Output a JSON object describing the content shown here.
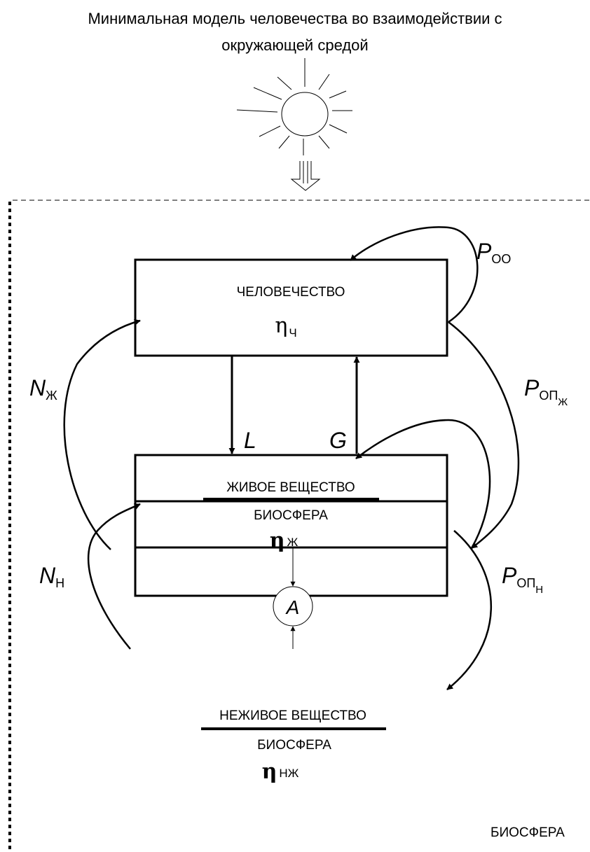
{
  "title": {
    "line1": "Минимальная модель человечества во взаимодействии с",
    "line2": "окружающей средой"
  },
  "region_label": "БИОСФЕРА",
  "nodes": {
    "humanity": {
      "label": "ЧЕЛОВЕЧЕСТВО",
      "symbol": "η",
      "subscript": "Ч"
    },
    "living": {
      "label": "ЖИВОЕ ВЕЩЕСТВО",
      "sublabel": "БИОСФЕРА",
      "symbol": "η",
      "subscript": "Ж"
    },
    "nonliving": {
      "label": "НЕЖИВОЕ ВЕЩЕСТВО",
      "sublabel": "БИОСФЕРА",
      "symbol": "η",
      "subscript": "НЖ"
    },
    "a_circle": {
      "label": "A"
    }
  },
  "flows": {
    "p_oo": {
      "symbol": "P",
      "subscript": "ОО"
    },
    "p_op_zh": {
      "symbol": "P",
      "subscript": "ОП",
      "subsub": "Ж"
    },
    "p_op_n": {
      "symbol": "P",
      "subscript": "ОП",
      "subsub": "Н"
    },
    "n_zh": {
      "symbol": "N",
      "subscript": "Ж"
    },
    "n_n": {
      "symbol": "N",
      "subscript": "Н"
    },
    "l": {
      "symbol": "L"
    },
    "g": {
      "symbol": "G"
    }
  },
  "icons": {
    "sun": "sun-icon",
    "energy_arrow": "hollow-arrow-down-icon"
  }
}
